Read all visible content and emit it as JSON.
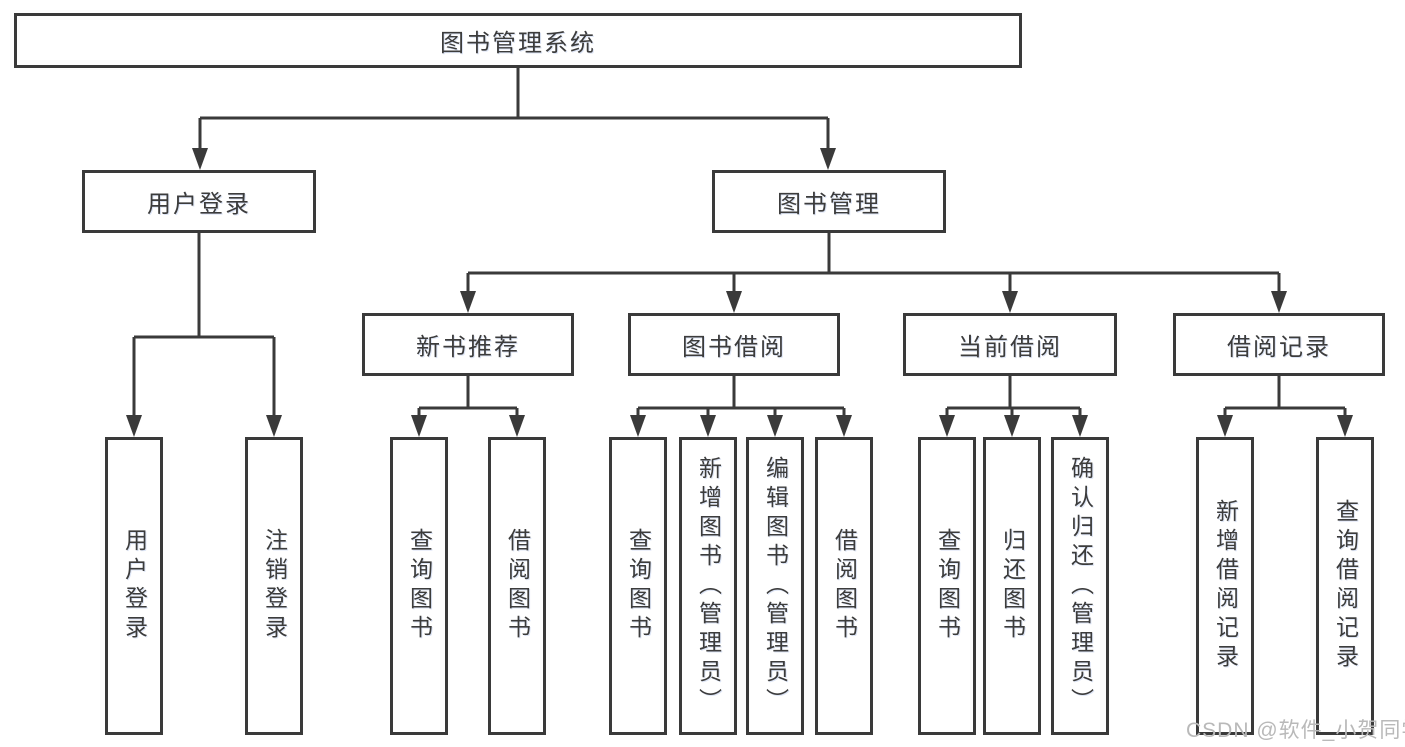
{
  "tree": {
    "root": {
      "label": "图书管理系统"
    },
    "branches": [
      {
        "label": "用户登录",
        "children": [
          {
            "label": "用户登录"
          },
          {
            "label": "注销登录"
          }
        ]
      },
      {
        "label": "图书管理",
        "children": [
          {
            "label": "新书推荐",
            "children": [
              {
                "label": "查询图书"
              },
              {
                "label": "借阅图书"
              }
            ]
          },
          {
            "label": "图书借阅",
            "children": [
              {
                "label": "查询图书"
              },
              {
                "label": "新增图书（管理员）"
              },
              {
                "label": "编辑图书（管理员）"
              },
              {
                "label": "借阅图书"
              }
            ]
          },
          {
            "label": "当前借阅",
            "children": [
              {
                "label": "查询图书"
              },
              {
                "label": "归还图书"
              },
              {
                "label": "确认归还（管理员）"
              }
            ]
          },
          {
            "label": "借阅记录",
            "children": [
              {
                "label": "新增借阅记录"
              },
              {
                "label": "查询借阅记录"
              }
            ]
          }
        ]
      }
    ]
  },
  "watermark": {
    "text": "CSDN @软件_小贺同学"
  },
  "colors": {
    "line": "#3a3a3a",
    "text": "#3c3c3c",
    "box_background": "#ffffff",
    "watermark": "#b9b9b9",
    "background": "#ffffff"
  }
}
